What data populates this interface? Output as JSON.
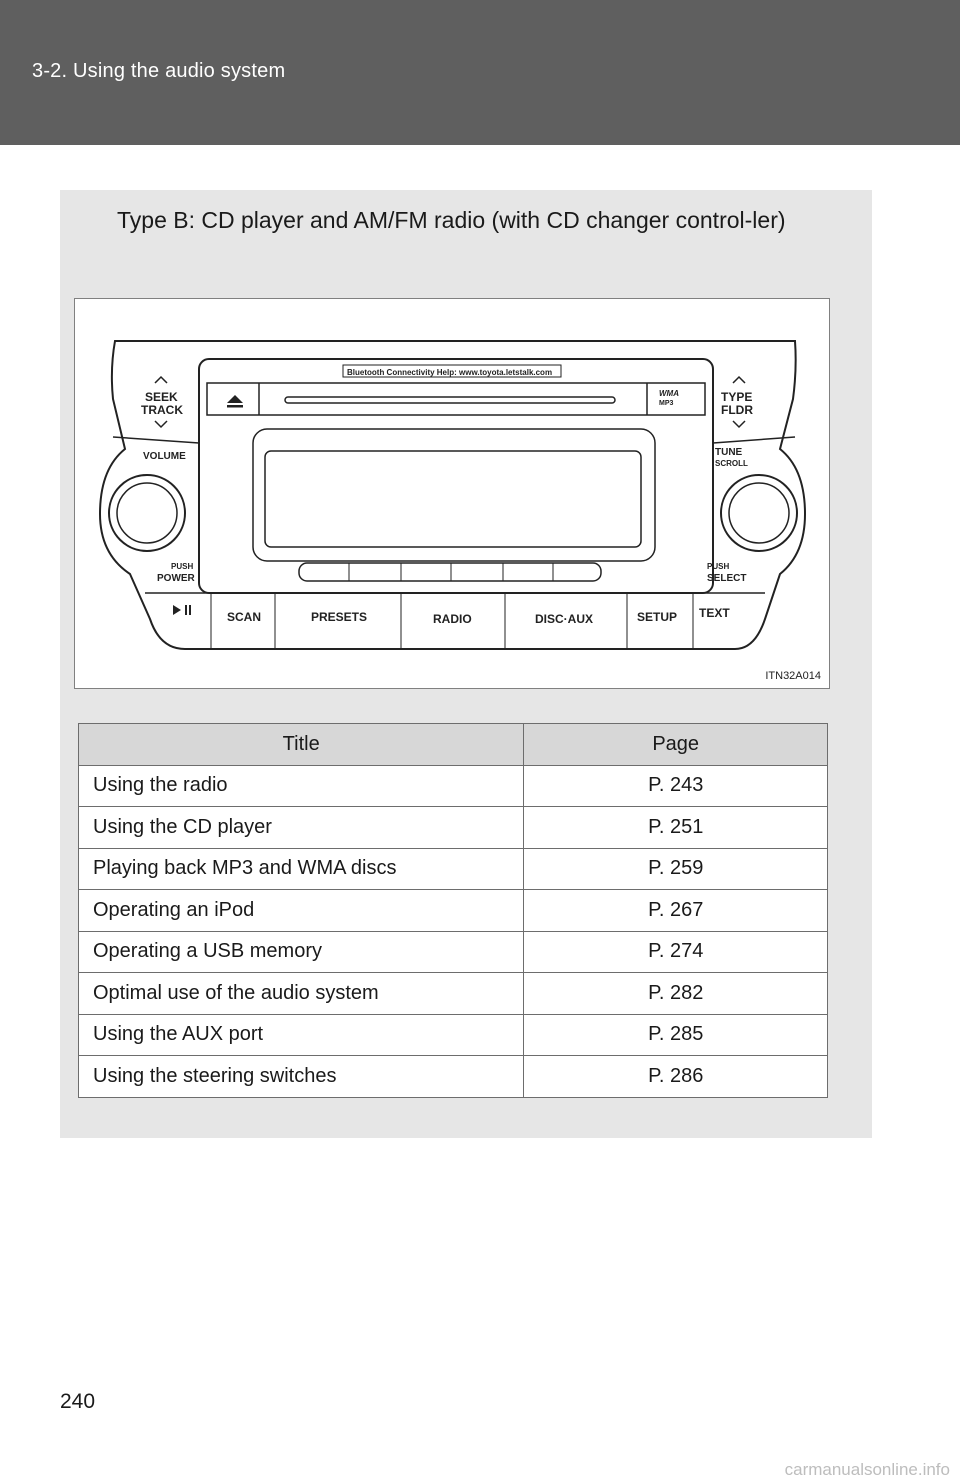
{
  "header": {
    "section_title": "3-2. Using the audio system"
  },
  "intro_text": "Type B: CD player and AM/FM radio (with CD changer control-ler)",
  "figure": {
    "figure_id": "ITN32A014",
    "labels": {
      "bluetooth_strip": "Bluetooth Connectivity Help: www.toyota.letstalk.com",
      "seek": "SEEK",
      "track": "TRACK",
      "type": "TYPE",
      "fldr": "FLDR",
      "volume": "VOLUME",
      "tune": "TUNE",
      "scroll": "SCROLL",
      "push_left": "PUSH",
      "power": "POWER",
      "push_right": "PUSH",
      "select": "SELECT",
      "scan": "SCAN",
      "presets": "PRESETS",
      "radio": "RADIO",
      "disc_aux": "DISC·AUX",
      "setup": "SETUP",
      "text": "TEXT",
      "wma": "WMA",
      "mp3": "MP3"
    }
  },
  "table": {
    "headers": [
      "Title",
      "Page"
    ],
    "rows": [
      {
        "title": "Using the radio",
        "page": "P. 243"
      },
      {
        "title": "Using the CD player",
        "page": "P. 251"
      },
      {
        "title": "Playing back MP3 and WMA discs",
        "page": "P. 259"
      },
      {
        "title": "Operating an iPod",
        "page": "P. 267"
      },
      {
        "title": "Operating a USB memory",
        "page": "P. 274"
      },
      {
        "title": "Optimal use of the audio system",
        "page": "P. 282"
      },
      {
        "title": "Using the AUX port",
        "page": "P. 285"
      },
      {
        "title": "Using the steering switches",
        "page": "P. 286"
      }
    ]
  },
  "page_number": "240",
  "watermark": "carmanualsonline.info"
}
